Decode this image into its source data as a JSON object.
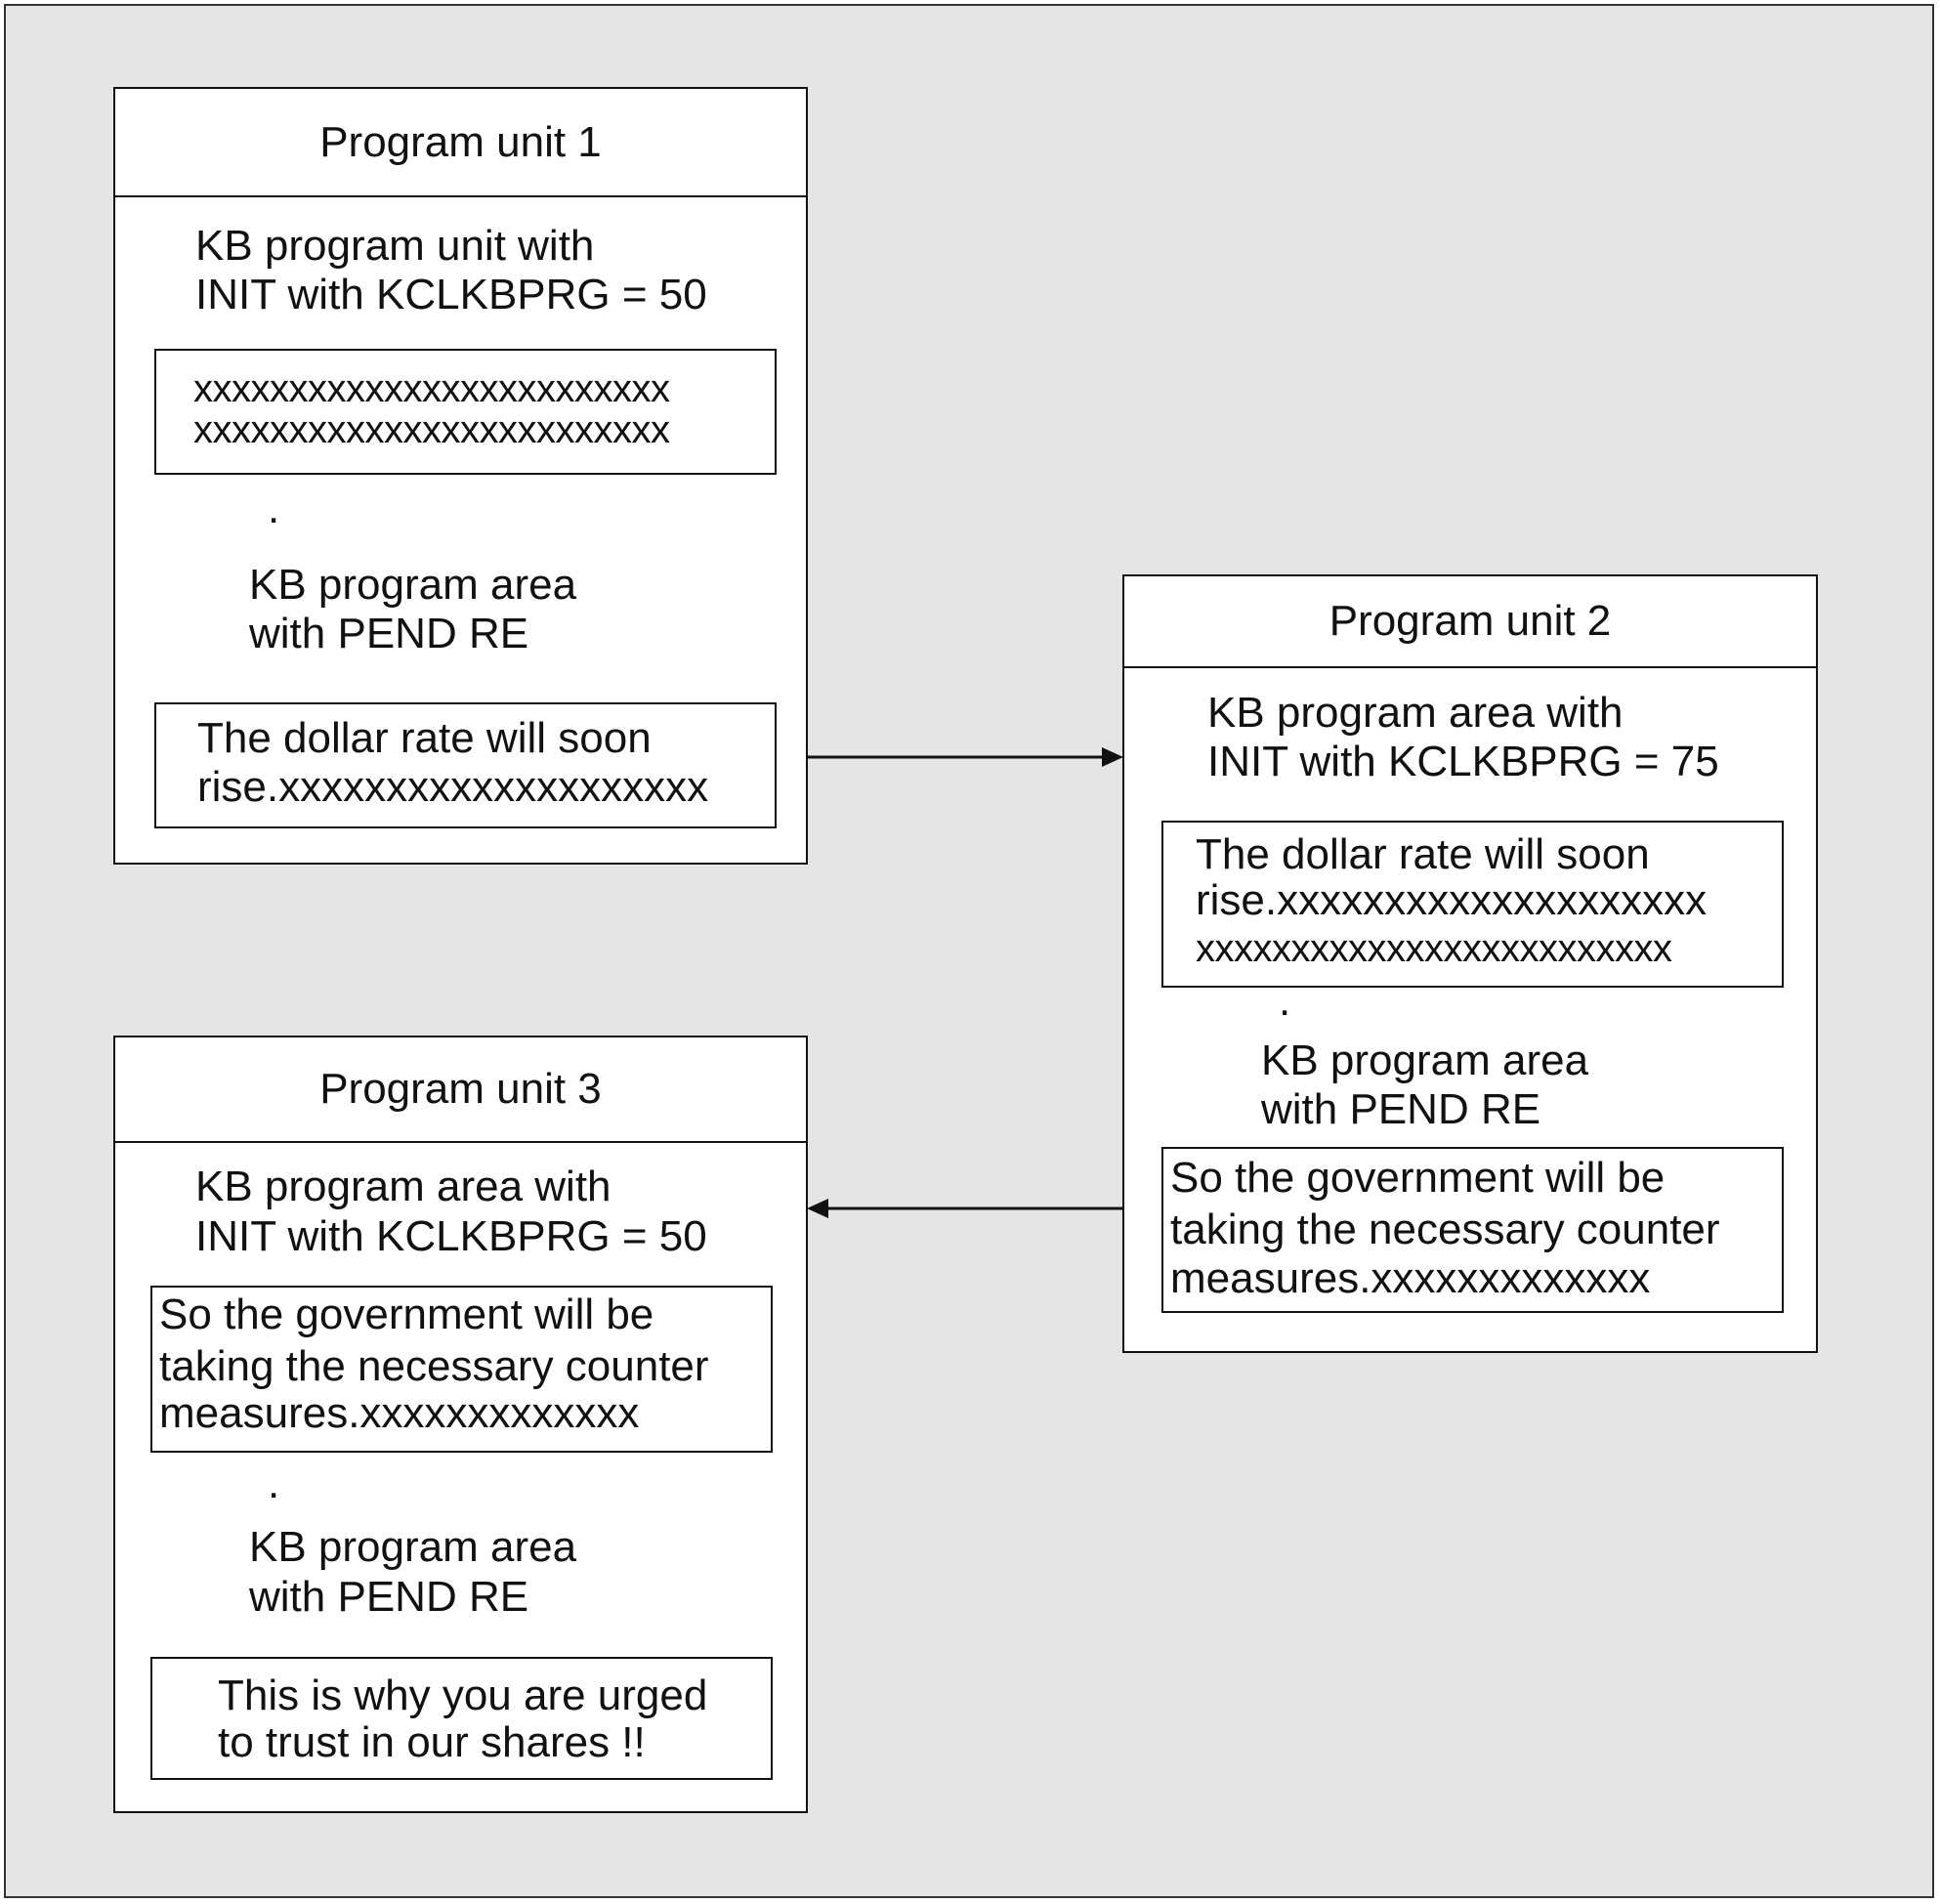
{
  "units": [
    {
      "title": "Program unit 1",
      "intro_line1": "KB program unit with",
      "intro_line2": "INIT with KCLKBPRG = 50",
      "box1_line1": "xxxxxxxxxxxxxxxxxxxxxxxxx",
      "box1_line2": "xxxxxxxxxxxxxxxxxxxxxxxxx",
      "dot": ".",
      "pend_line1": "KB program area",
      "pend_line2": "with PEND RE",
      "box2_line1": "The dollar rate will soon",
      "box2_line2": "rise.xxxxxxxxxxxxxxxxxxxx"
    },
    {
      "title": "Program unit 2",
      "intro_line1": "KB program area with",
      "intro_line2": "INIT with KCLKBPRG = 75",
      "box1_line1": "The dollar rate will soon",
      "box1_line2": "rise.xxxxxxxxxxxxxxxxxxxx",
      "box1_line3": "xxxxxxxxxxxxxxxxxxxxxxxxx",
      "dot": ".",
      "pend_line1": "KB program area",
      "pend_line2": "with PEND RE",
      "box2_line1": "So the government will be",
      "box2_line2": "taking the necessary counter",
      "box2_line3": "measures.xxxxxxxxxxxxx"
    },
    {
      "title": "Program unit 3",
      "intro_line1": "KB program area with",
      "intro_line2": "INIT with KCLKBPRG = 50",
      "box1_line1": "So the government will be",
      "box1_line2": "taking the necessary counter",
      "box1_line3": "measures.xxxxxxxxxxxxx",
      "dot": ".",
      "pend_line1": "KB program area",
      "pend_line2": "with PEND RE",
      "box2_line1": "This is why you are urged",
      "box2_line2": "to trust in our shares !!"
    }
  ]
}
